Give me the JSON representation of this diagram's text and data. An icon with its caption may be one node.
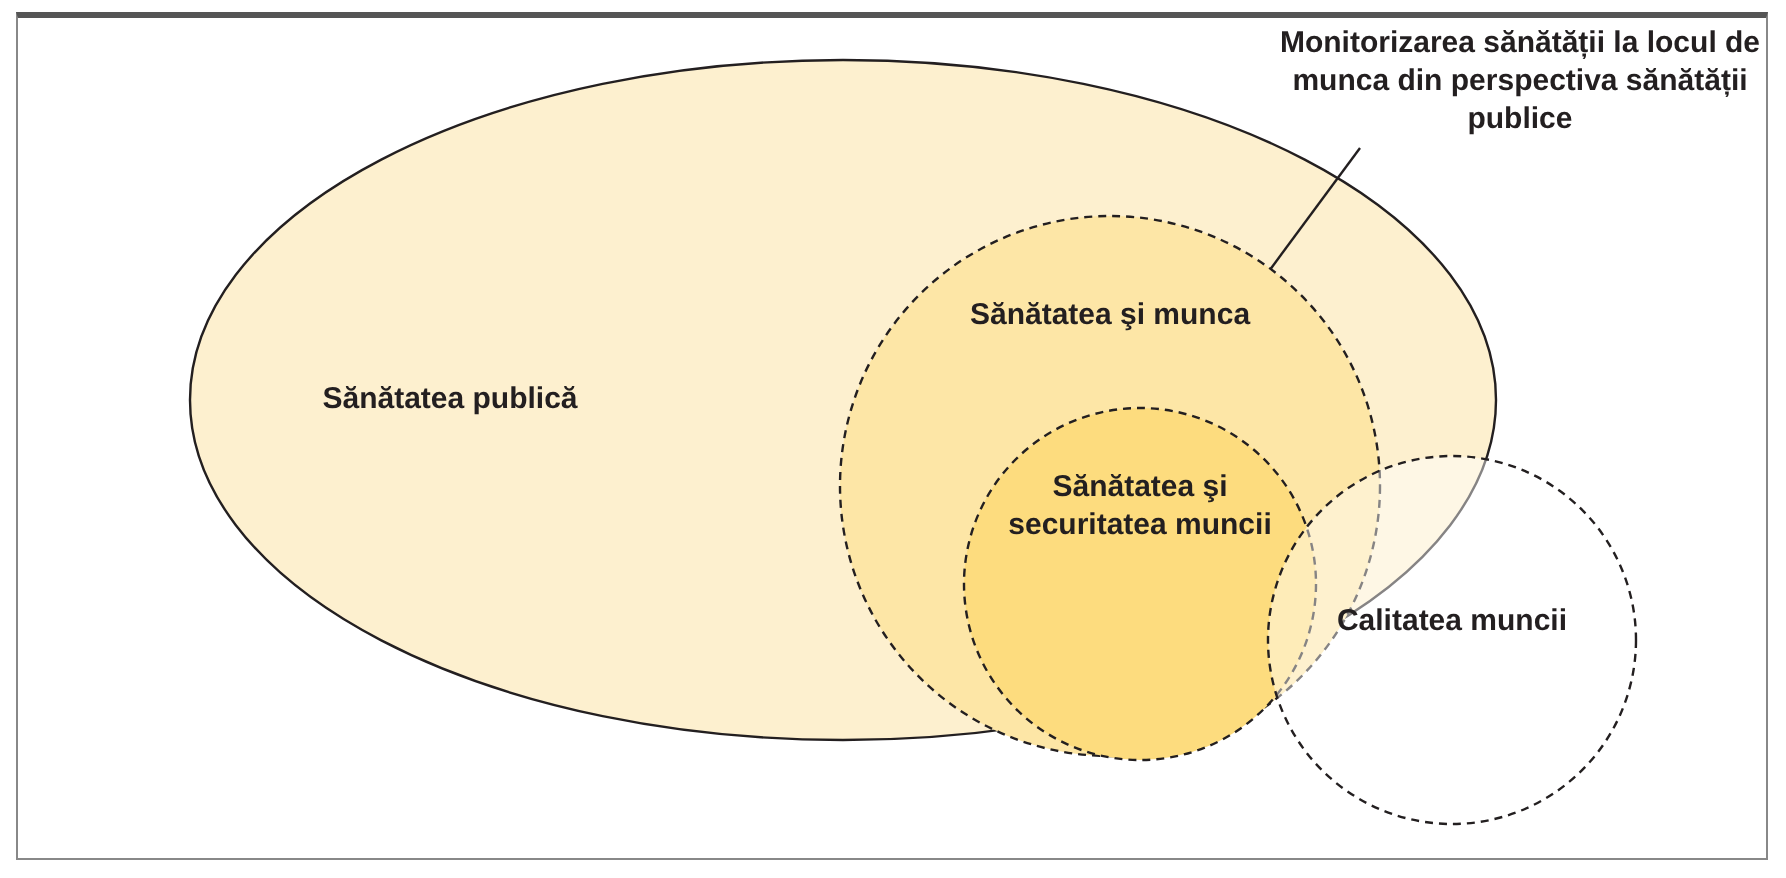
{
  "diagram": {
    "nodes": [
      {
        "text": [
          "Sănătatea publică"
        ]
      },
      {
        "text": [
          "Sănătatea şi munca"
        ],
        "in": 0
      },
      {
        "text": [
          "Sănătatea şi securitatea muncii"
        ],
        "in": 1
      },
      {
        "text": [
          "Calitatea muncii"
        ]
      },
      {
        "text": [
          "Monitorizarea sănătății la locul de munca din perspectiva sănătății publice"
        ]
      }
    ],
    "edges": [
      {
        "from": 4,
        "to": 1,
        "arrow": "none"
      }
    ]
  }
}
